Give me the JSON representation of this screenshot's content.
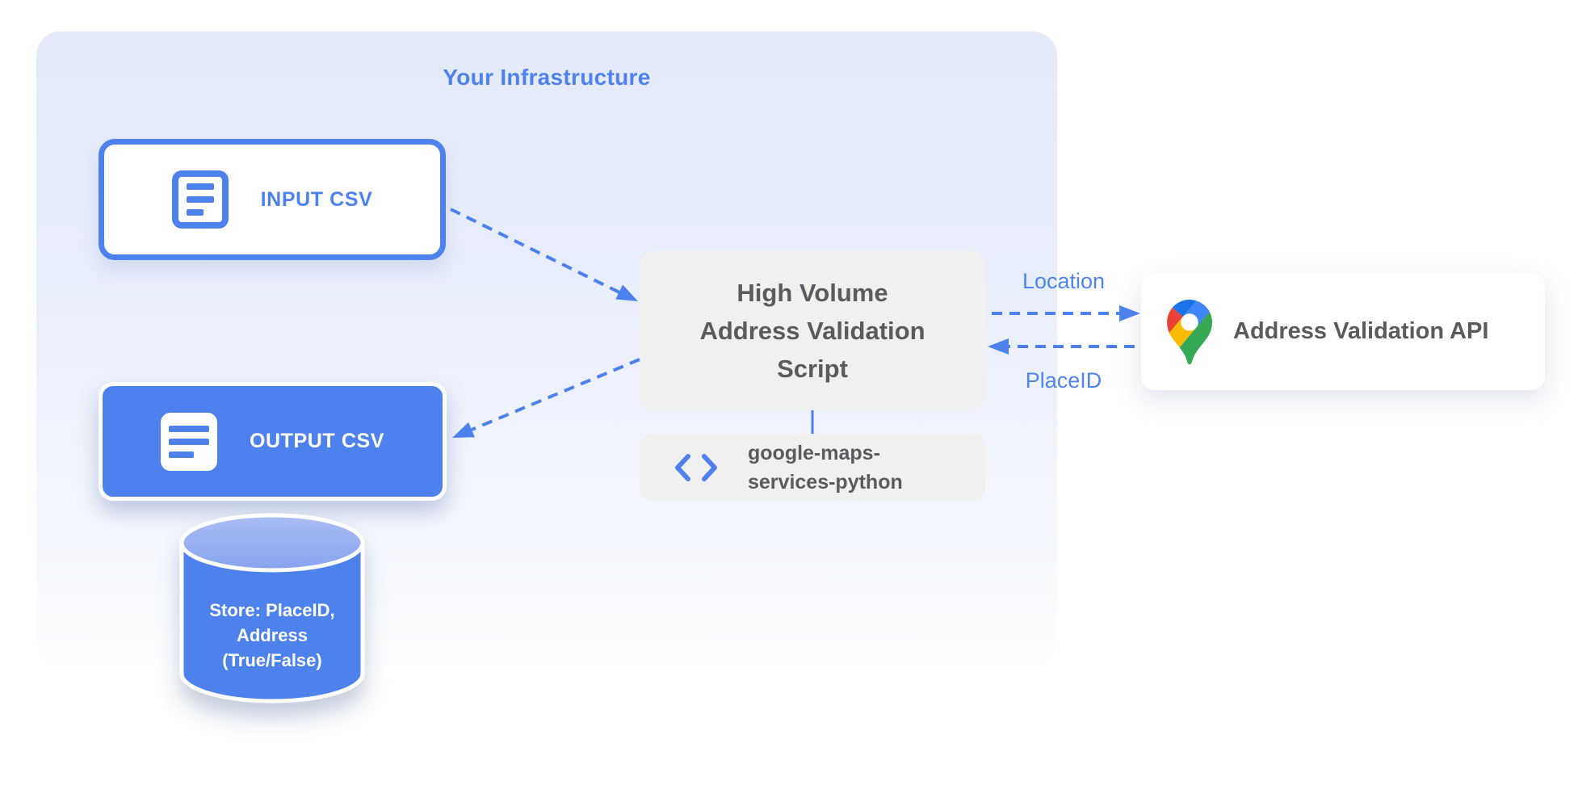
{
  "panel": {
    "title": "Your Infrastructure"
  },
  "input_csv": {
    "label": "INPUT CSV"
  },
  "output_csv": {
    "label": "OUTPUT CSV"
  },
  "datastore": {
    "lines": [
      "Store: PlaceID,",
      "Address",
      "(True/False)"
    ]
  },
  "script_box": {
    "lines": [
      "High Volume",
      "Address Validation",
      "Script"
    ]
  },
  "library_box": {
    "lines": [
      "google-maps-",
      "services-python"
    ]
  },
  "api_box": {
    "label": "Address Validation API"
  },
  "arrows": {
    "location_label": "Location",
    "placeid_label": "PlaceID"
  },
  "colors": {
    "primary_blue": "#4d82ee",
    "panel_background_top": "#e4eafa",
    "box_gray": "#f0f0f1",
    "text_gray": "#5a5b5e",
    "cylinder_top_light": "#aabdf4",
    "cylinder_top_dark": "#87a3ee",
    "pin_dark_blue": "#1a73e8",
    "pin_blue": "#4285f4",
    "pin_red": "#ea4335",
    "pin_yellow": "#fbbc04",
    "pin_green": "#34a853"
  }
}
